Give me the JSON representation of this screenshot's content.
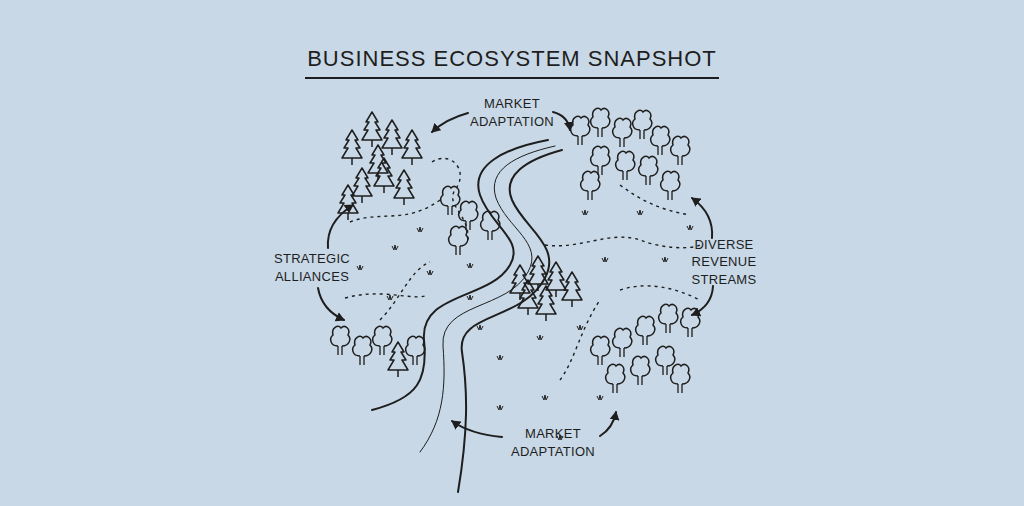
{
  "diagram": {
    "title": "BUSINESS ECOSYSTEM SNAPSHOT",
    "labels": [
      "MARKET ADAPTATION",
      "STRATEGIC ALLIANCES",
      "DIVERSE REVENUE STREAMS",
      "MARKET ADAPTATION"
    ]
  }
}
